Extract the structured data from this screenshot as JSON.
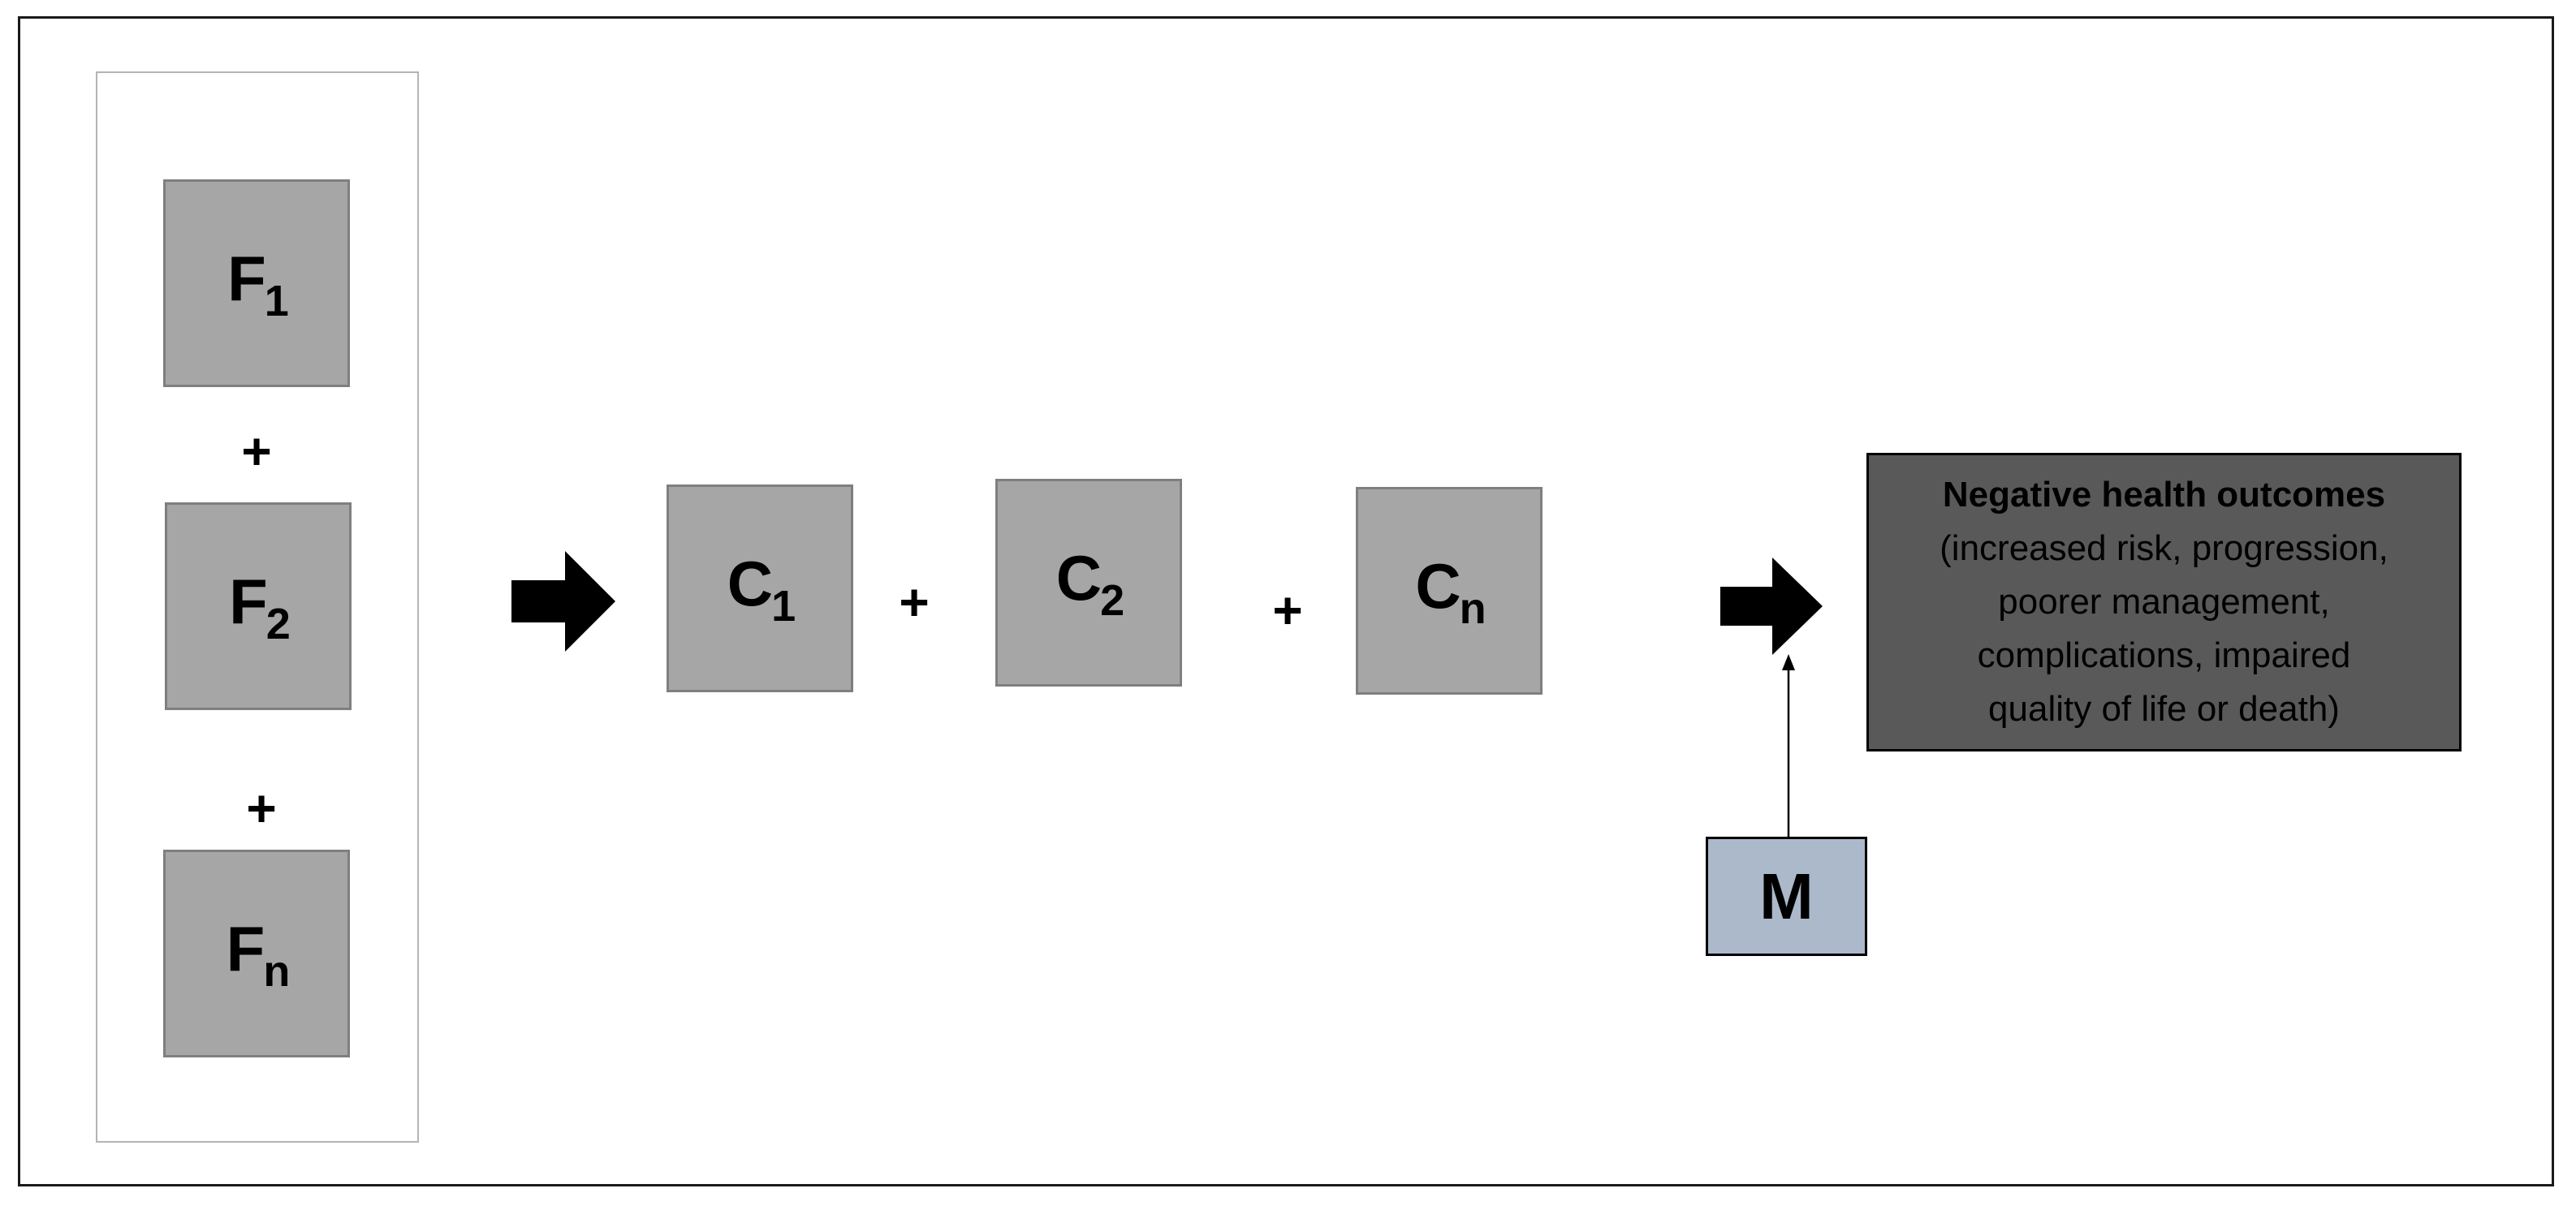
{
  "factors": [
    {
      "symbol": "F",
      "subscript": "1"
    },
    {
      "symbol": "F",
      "subscript": "2"
    },
    {
      "symbol": "F",
      "subscript": "n"
    }
  ],
  "conditions": [
    {
      "symbol": "C",
      "subscript": "1"
    },
    {
      "symbol": "C",
      "subscript": "2"
    },
    {
      "symbol": "C",
      "subscript": "n"
    }
  ],
  "plus_sign": "+",
  "moderator": {
    "label": "M"
  },
  "outcome": {
    "title": "Negative health outcomes",
    "lines": [
      "(increased risk, progression,",
      "poorer management,",
      "complications, impaired",
      "quality of life or death)"
    ]
  },
  "colors": {
    "box_fill": "#a6a6a6",
    "box_border": "#7f7f7f",
    "moderator_fill": "#acb9ca",
    "outcome_fill": "#595959",
    "arrow": "#000000"
  }
}
